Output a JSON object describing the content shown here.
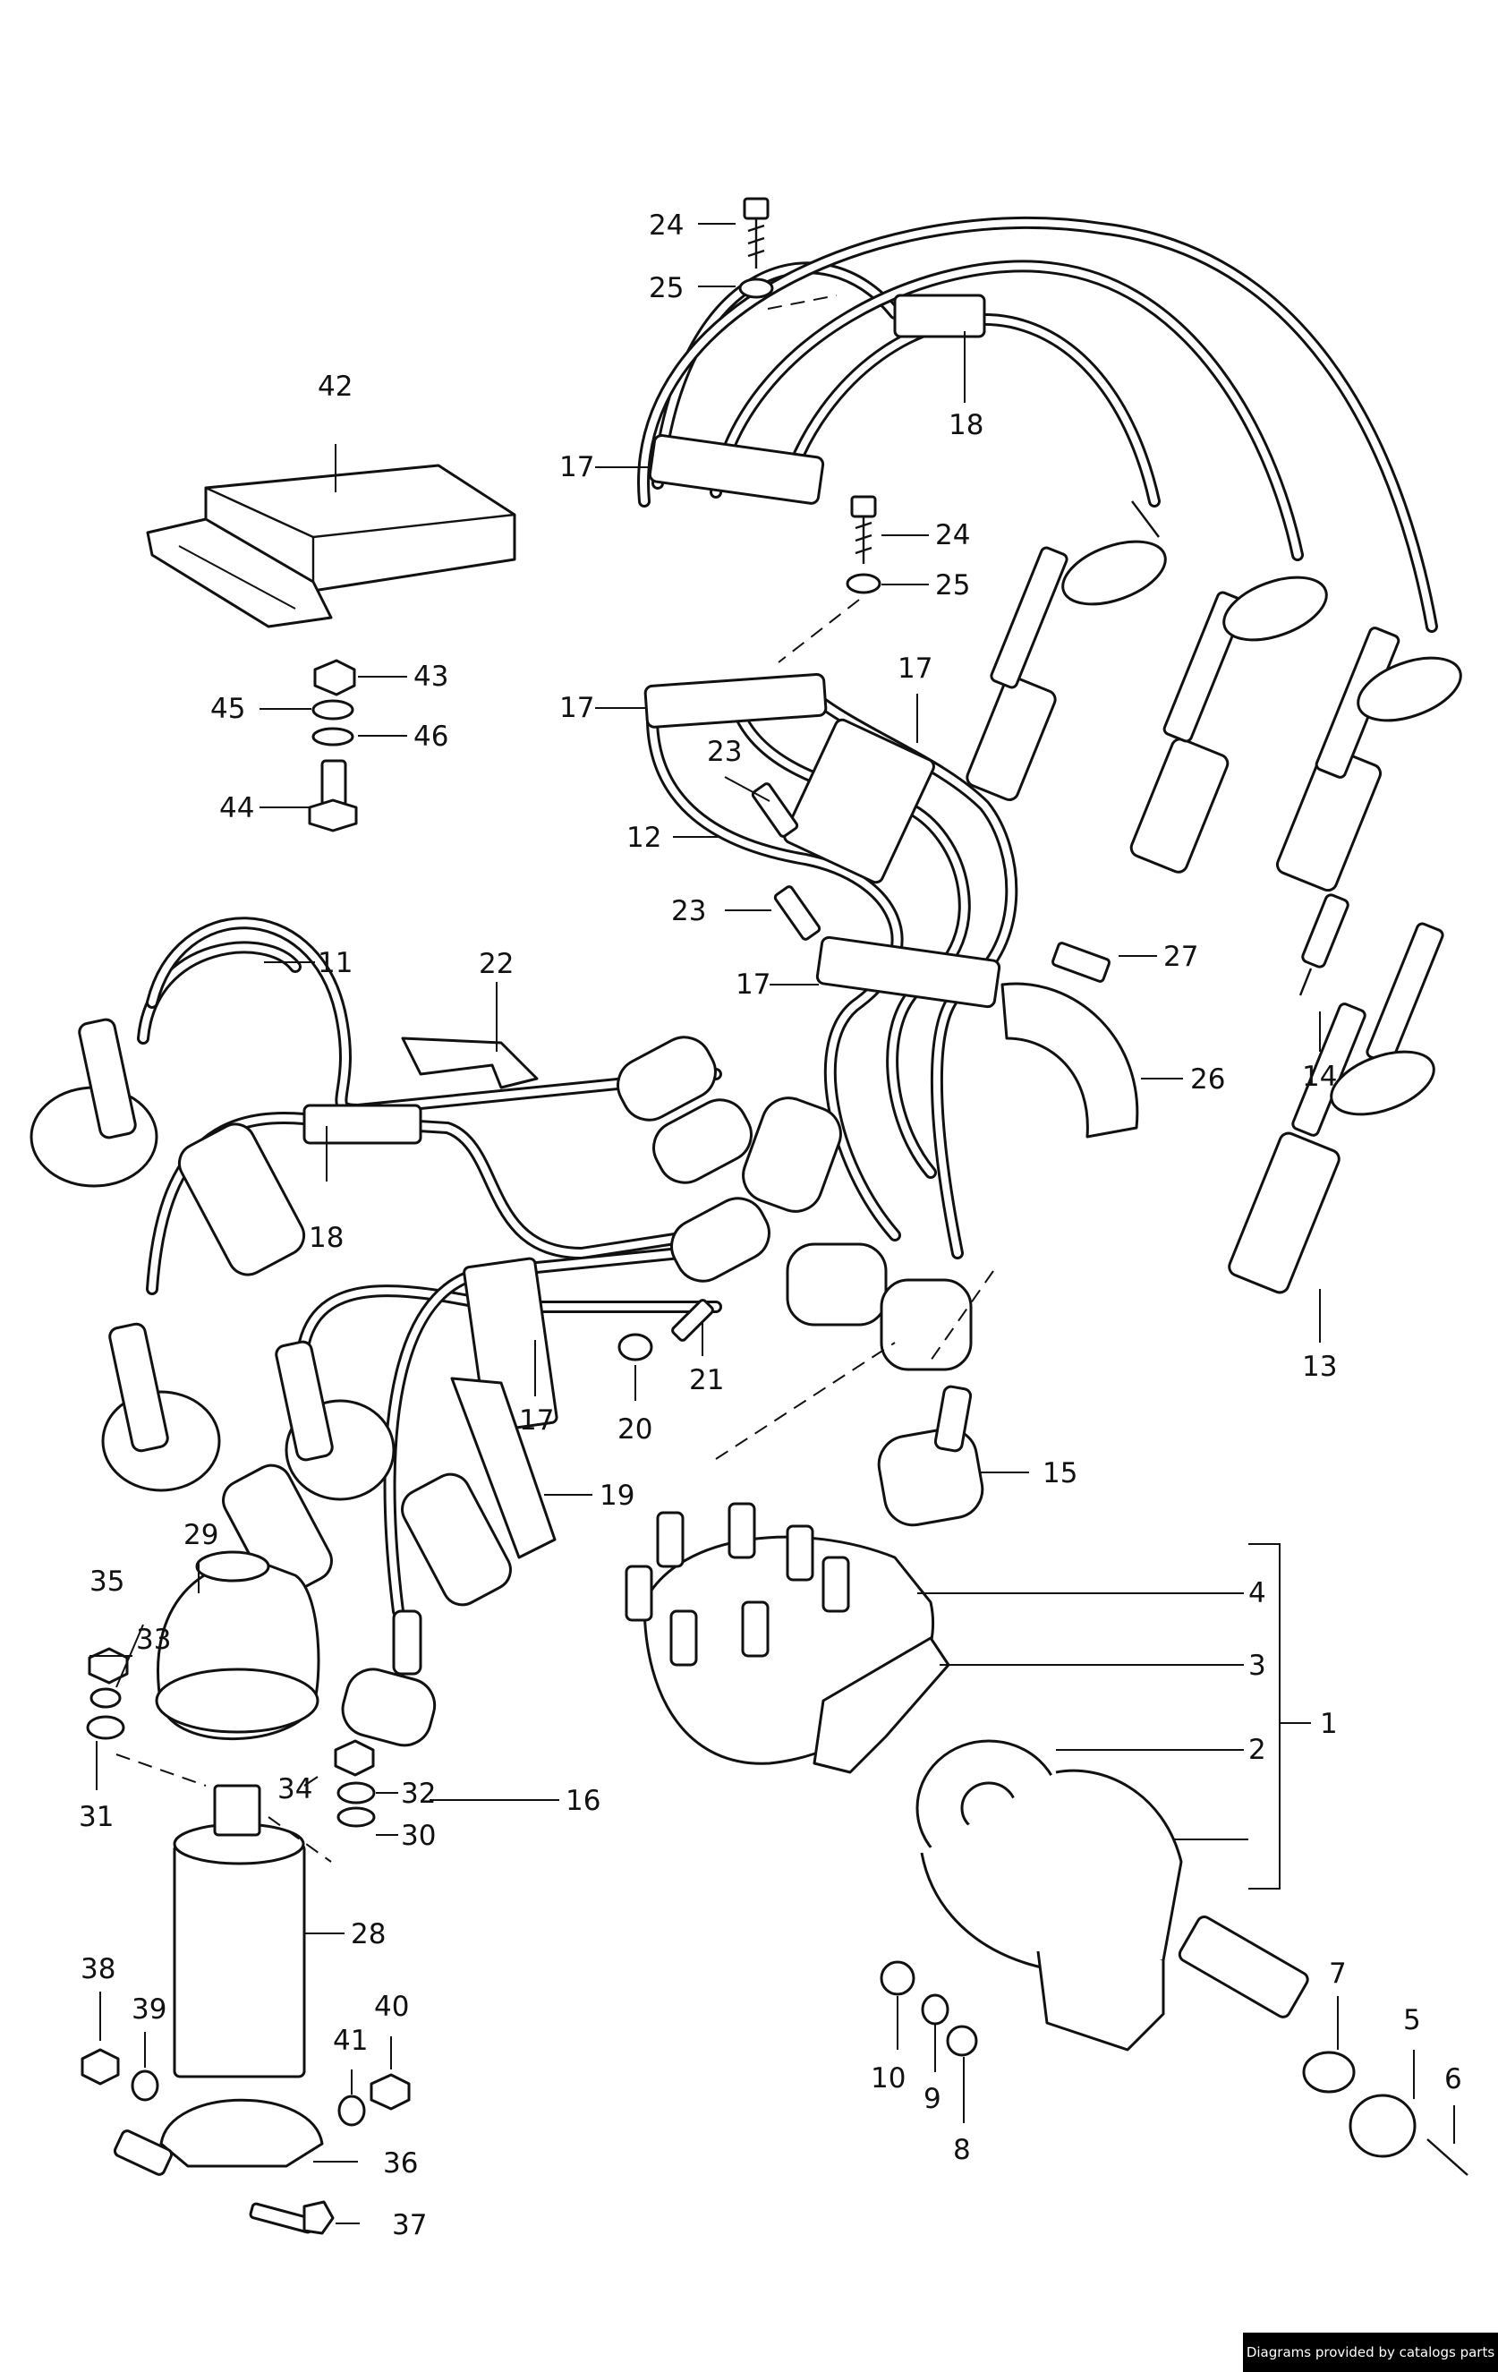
{
  "credit": "Diagrams provided by catalogs parts",
  "labels": {
    "l1": "1",
    "l2": "2",
    "l3": "3",
    "l4": "4",
    "l5": "5",
    "l6": "6",
    "l7": "7",
    "l8": "8",
    "l9": "9",
    "l10": "10",
    "l11": "11",
    "l12": "12",
    "l13": "13",
    "l14": "14",
    "l15": "15",
    "l16": "16",
    "l17": "17",
    "l18": "18",
    "l19": "19",
    "l20": "20",
    "l21": "21",
    "l22": "22",
    "l23": "23",
    "l24": "24",
    "l25": "25",
    "l26": "26",
    "l27": "27",
    "l28": "28",
    "l29": "29",
    "l30": "30",
    "l31": "31",
    "l32": "32",
    "l33": "33",
    "l34": "34",
    "l35": "35",
    "l36": "36",
    "l37": "37",
    "l38": "38",
    "l39": "39",
    "l40": "40",
    "l41": "41",
    "l42": "42",
    "l43": "43",
    "l44": "44",
    "l45": "45",
    "l46": "46"
  }
}
